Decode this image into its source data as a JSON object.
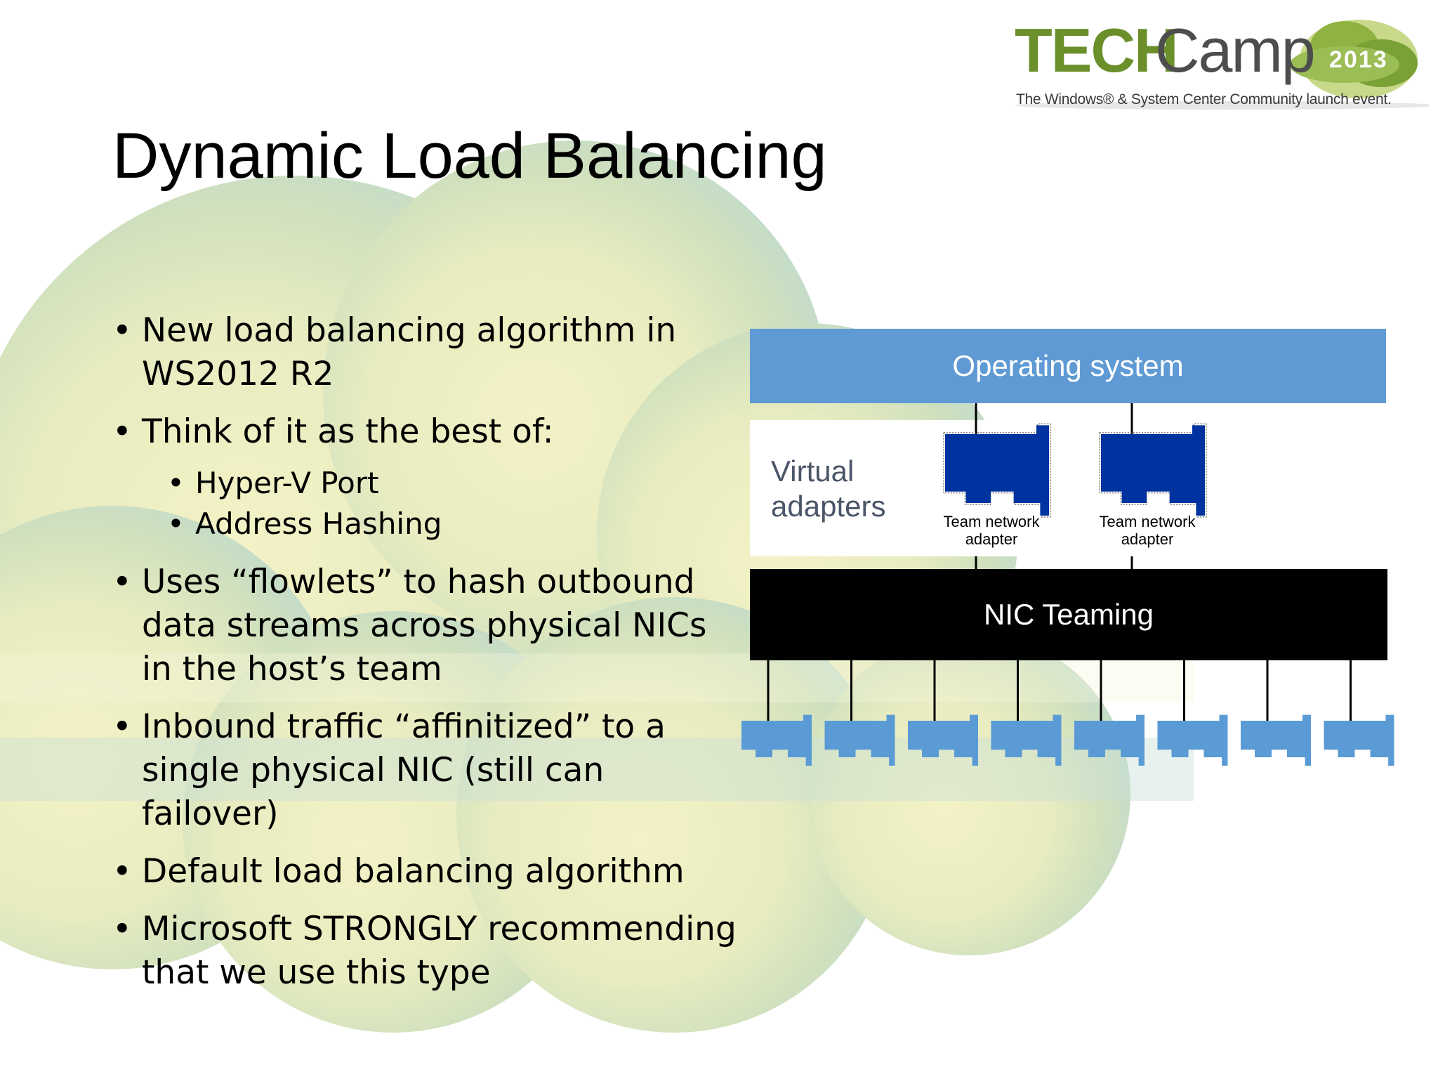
{
  "logo": {
    "tech": "TECH",
    "camp": "Camp",
    "year": "2013",
    "tagline": "The Windows® & System Center Community launch event."
  },
  "title": "Dynamic Load Balancing",
  "bullets": [
    {
      "level": 1,
      "text": "New load balancing algorithm in WS2012 R2"
    },
    {
      "level": 1,
      "text": "Think of it as the best of:"
    },
    {
      "level": 2,
      "text": "Hyper-V Port"
    },
    {
      "level": 2,
      "text": "Address Hashing"
    },
    {
      "level": 1,
      "text": "Uses “flowlets” to hash outbound data streams across physical NICs in the host’s team"
    },
    {
      "level": 1,
      "text": "Inbound traffic “affinitized” to a single physical NIC (still can failover)"
    },
    {
      "level": 1,
      "text": "Default load balancing algorithm"
    },
    {
      "level": 1,
      "text": "Microsoft STRONGLY recommending that we use this type"
    }
  ],
  "diagram": {
    "os_label": "Operating system",
    "virtual_label_line1": "Virtual",
    "virtual_label_line2": "adapters",
    "team_adapters": [
      {
        "line1": "Team network",
        "line2": "adapter"
      },
      {
        "line1": "Team network",
        "line2": "adapter"
      }
    ],
    "nic_label": "NIC Teaming",
    "physical_nic_count": 8,
    "colors": {
      "os_box": "#5f9ad5",
      "team_adapter_icon": "#0033a0",
      "physical_nic_icon": "#5b9bd5",
      "nic_box": "#000000"
    }
  }
}
